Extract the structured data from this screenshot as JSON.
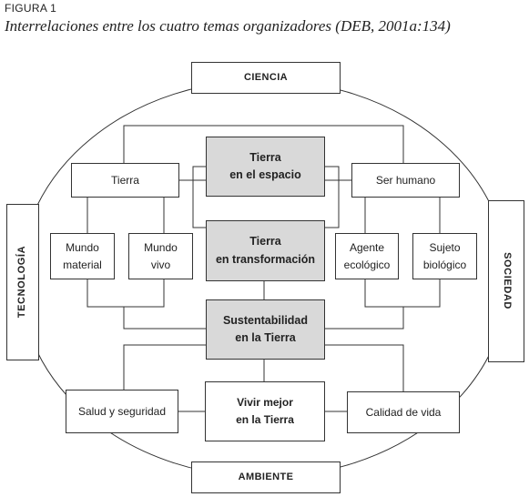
{
  "figure": {
    "label": "FIGURA 1",
    "title": "Interrelaciones entre los cuatro temas organizadores",
    "citation_author": "DEB",
    "citation_rest": ", 2001a:134)"
  },
  "nodes": {
    "ciencia": "CIENCIA",
    "ambiente": "AMBIENTE",
    "tecnologia": "TECNOLOGÍA",
    "sociedad": "SOCIEDAD",
    "tierra_espacio": "Tierra\nen el espacio",
    "tierra_transformacion": "Tierra\nen transformación",
    "sustentabilidad": "Sustentabilidad\nen la Tierra",
    "vivir_mejor": "Vivir mejor\nen la Tierra",
    "tierra": "Tierra",
    "ser_humano": "Ser humano",
    "mundo_material": "Mundo\nmaterial",
    "mundo_vivo": "Mundo\nvivo",
    "agente_ecologico": "Agente\necológico",
    "sujeto_biologico": "Sujeto\nbiológico",
    "salud_seguridad": "Salud y seguridad",
    "calidad_vida": "Calidad de vida"
  }
}
